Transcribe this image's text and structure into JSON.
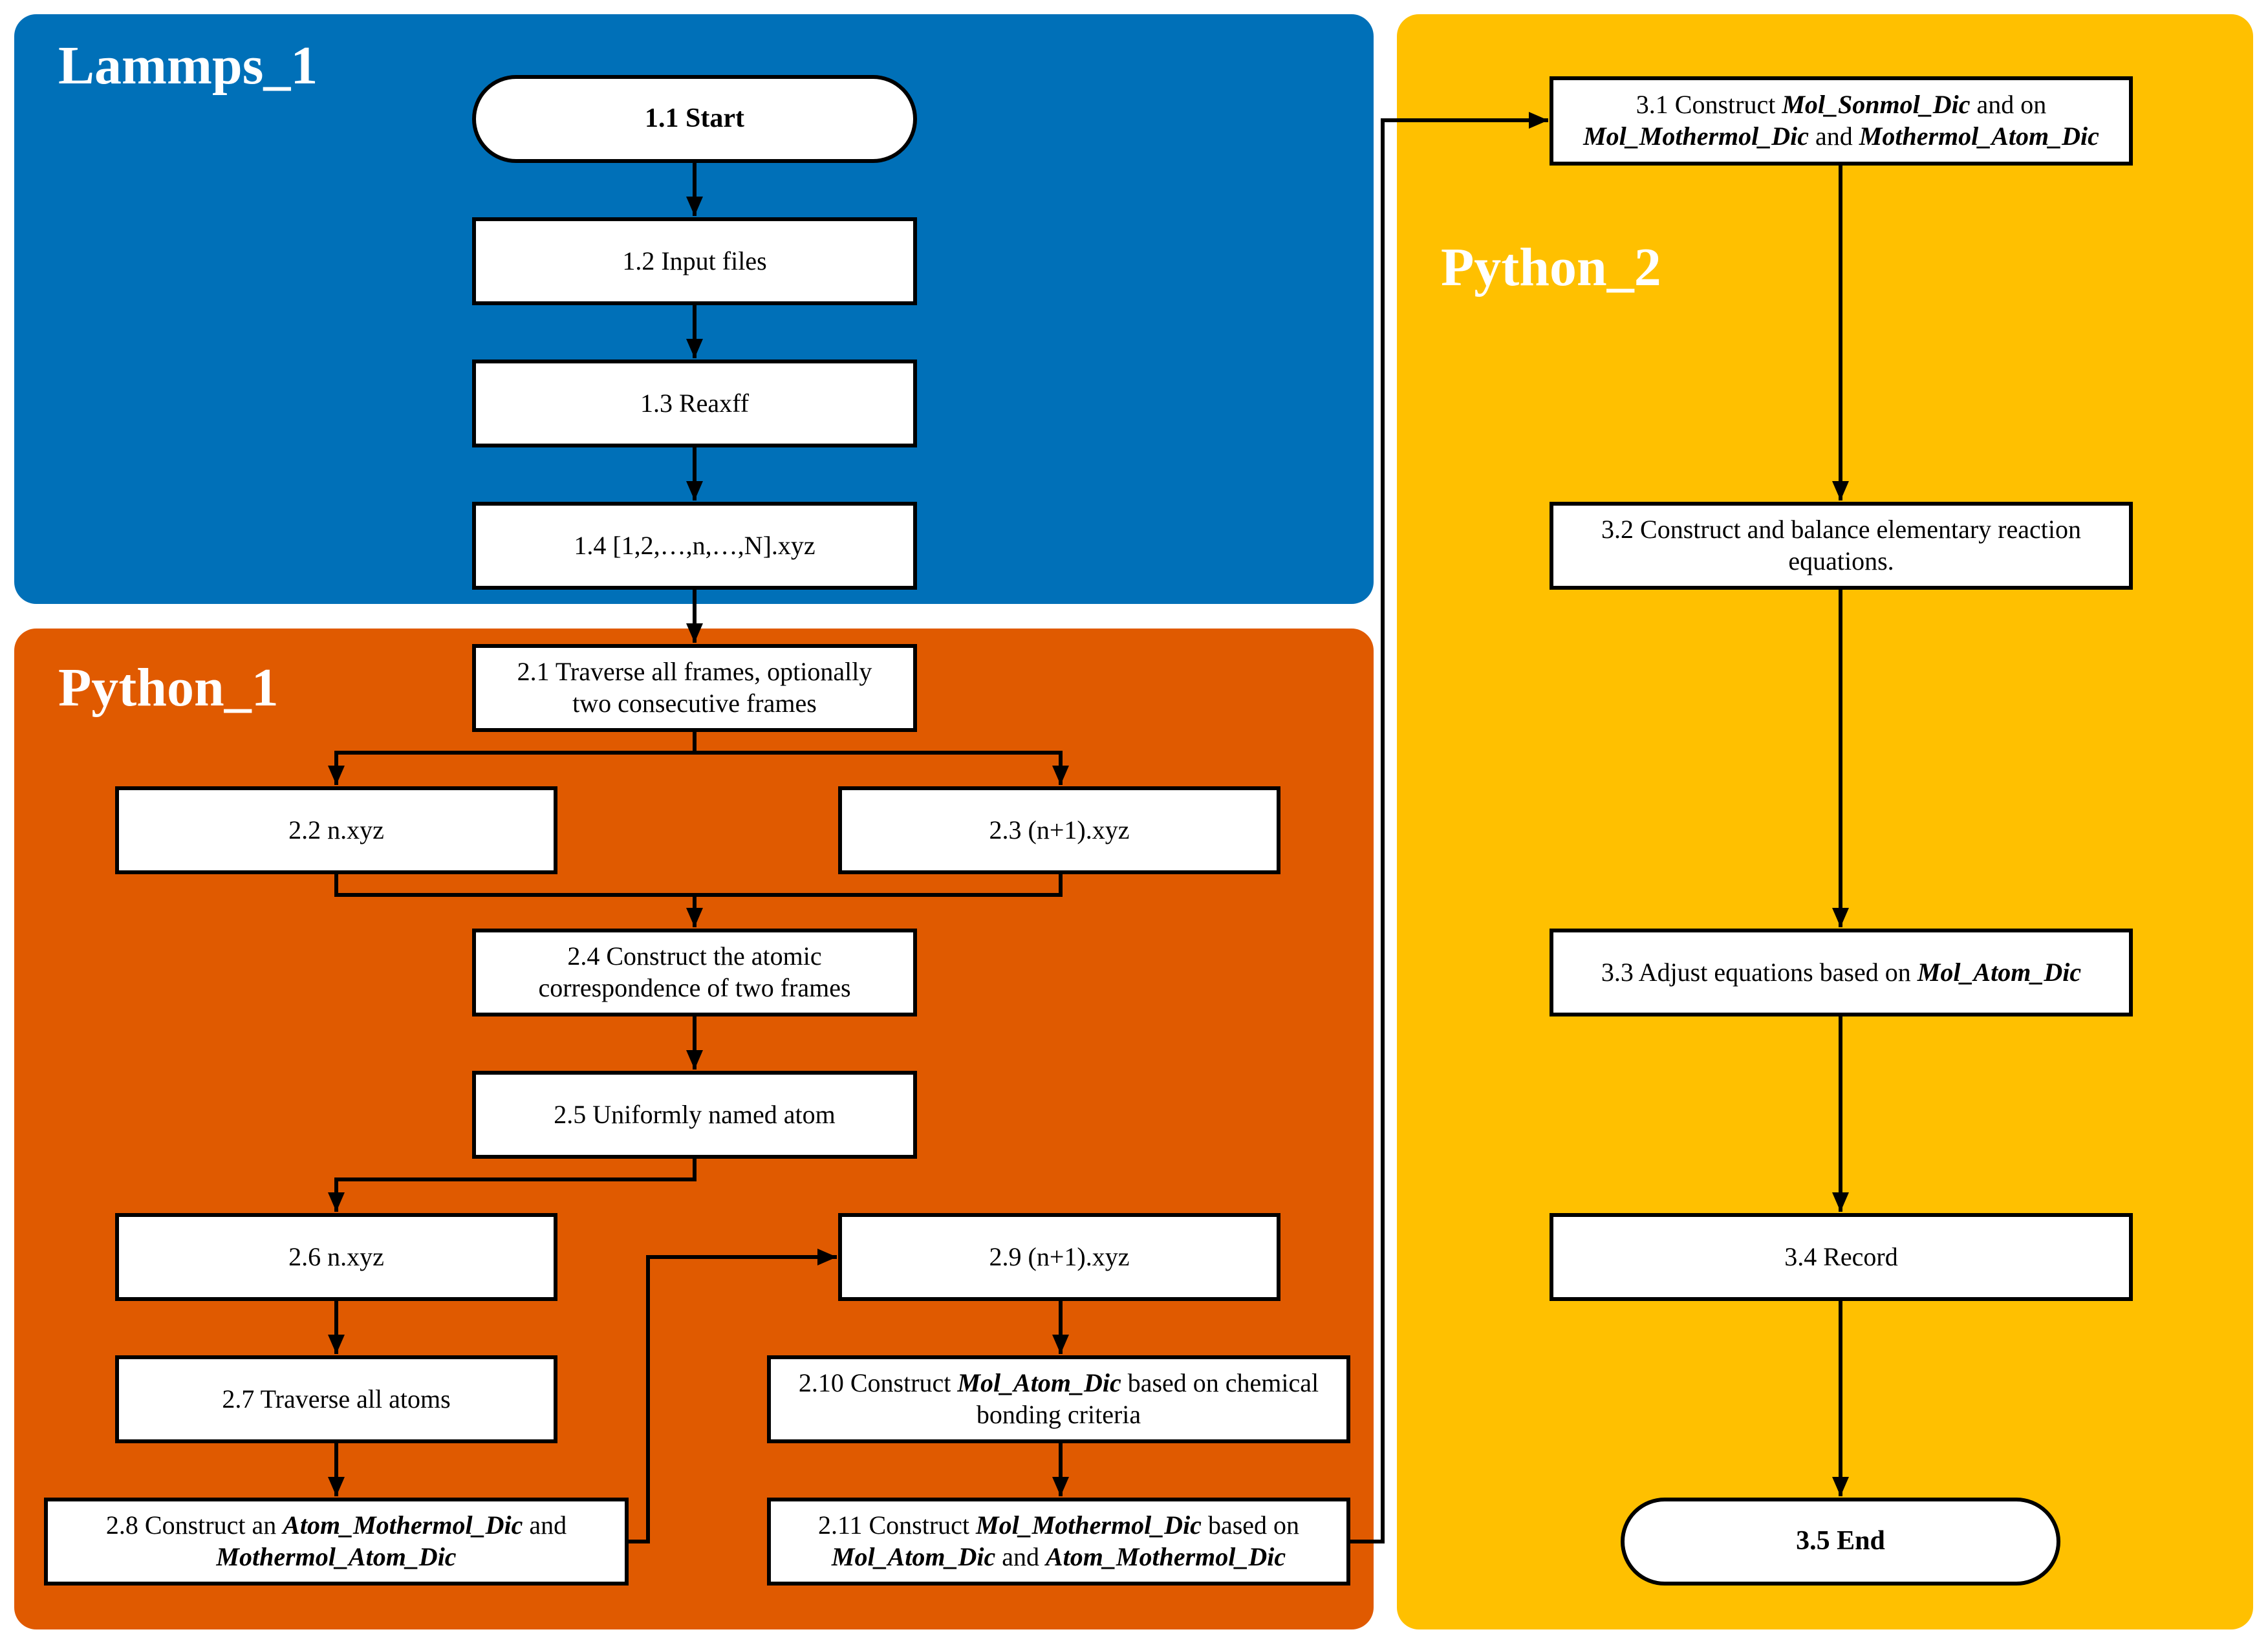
{
  "panels": {
    "lammps": {
      "title": "Lammps_1",
      "color": "#0070B8"
    },
    "python1": {
      "title": "Python_1",
      "color": "#E05A00"
    },
    "python2": {
      "title": "Python_2",
      "color": "#FFC000"
    }
  },
  "nodes": {
    "n1_1": {
      "lines": [
        [
          "1.1 Start"
        ]
      ]
    },
    "n1_2": {
      "lines": [
        [
          "1.2 Input files"
        ]
      ]
    },
    "n1_3": {
      "lines": [
        [
          "1.3 Reaxff"
        ]
      ]
    },
    "n1_4": {
      "lines": [
        [
          "1.4 [1,2,…,n,…,N].xyz"
        ]
      ]
    },
    "n2_1": {
      "lines": [
        [
          "2.1 Traverse all frames, optionally"
        ],
        [
          "two consecutive frames"
        ]
      ]
    },
    "n2_2": {
      "lines": [
        [
          "2.2 n.xyz"
        ]
      ]
    },
    "n2_3": {
      "lines": [
        [
          "2.3 (n+1).xyz"
        ]
      ]
    },
    "n2_4": {
      "lines": [
        [
          "2.4 Construct the atomic"
        ],
        [
          "correspondence of two frames"
        ]
      ]
    },
    "n2_5": {
      "lines": [
        [
          "2.5 Uniformly named atom"
        ]
      ]
    },
    "n2_6": {
      "lines": [
        [
          "2.6 n.xyz"
        ]
      ]
    },
    "n2_7": {
      "lines": [
        [
          "2.7 Traverse all atoms"
        ]
      ]
    },
    "n2_8": {
      "lines": [
        [
          "2.8 Construct an ",
          "*Atom_Mothermol_Dic",
          " and"
        ],
        [
          "*Mothermol_Atom_Dic"
        ]
      ]
    },
    "n2_9": {
      "lines": [
        [
          "2.9 (n+1).xyz"
        ]
      ]
    },
    "n2_10": {
      "lines": [
        [
          "2.10 Construct ",
          "*Mol_Atom_Dic",
          " based on chemical"
        ],
        [
          "bonding criteria"
        ]
      ]
    },
    "n2_11": {
      "lines": [
        [
          "2.11 Construct ",
          "*Mol_Mothermol_Dic",
          " based on"
        ],
        [
          "*Mol_Atom_Dic",
          " and ",
          "*Atom_Mothermol_Dic"
        ]
      ]
    },
    "n3_1": {
      "lines": [
        [
          "3.1 Construct ",
          "*Mol_Sonmol_Dic",
          " and on"
        ],
        [
          "*Mol_Mothermol_Dic",
          " and ",
          "*Mothermol_Atom_Dic"
        ]
      ]
    },
    "n3_2": {
      "lines": [
        [
          "3.2  Construct and balance elementary reaction"
        ],
        [
          "equations."
        ]
      ]
    },
    "n3_3": {
      "lines": [
        [
          "3.3 Adjust equations based on ",
          "*Mol_Atom_Dic"
        ]
      ]
    },
    "n3_4": {
      "lines": [
        [
          "3.4 Record"
        ]
      ]
    },
    "n3_5": {
      "lines": [
        [
          "3.5  End"
        ]
      ]
    }
  }
}
